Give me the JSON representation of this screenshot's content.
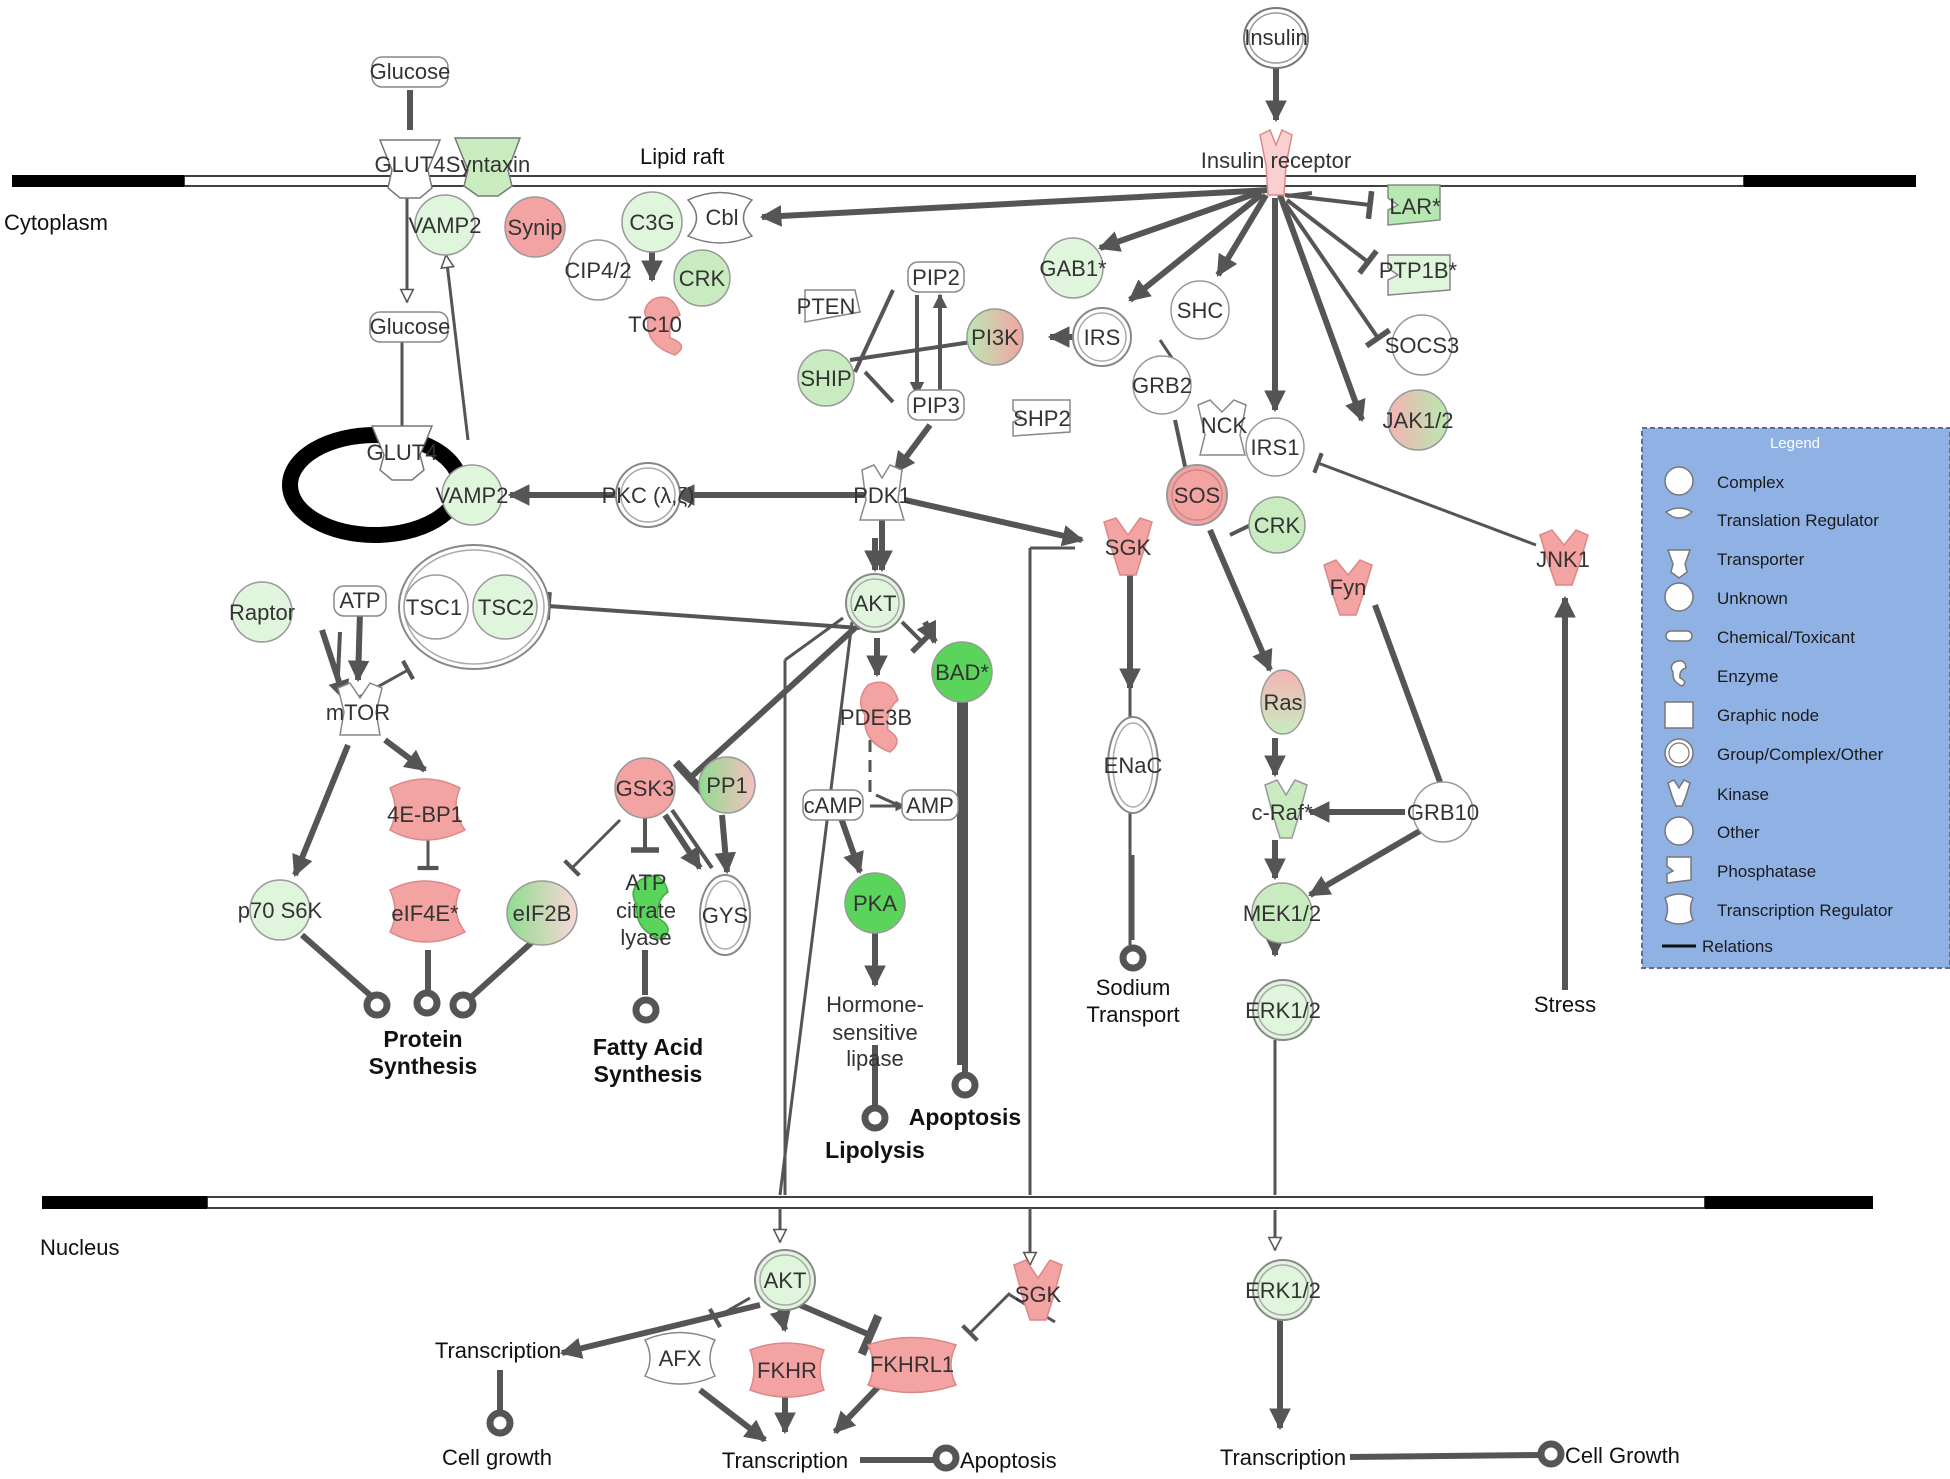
{
  "compartments": {
    "lipid_raft": "Lipid raft",
    "cytoplasm": "Cytoplasm",
    "nucleus": "Nucleus"
  },
  "nodes": {
    "insulin": "Insulin",
    "insulin_receptor": "Insulin receptor",
    "glucose_top": "Glucose",
    "glut4_top": "GLUT4",
    "syntaxin": "Syntaxin",
    "vamp2_top": "VAMP2",
    "synip": "Synip",
    "glucose_mid": "Glucose",
    "glut4_bottom": "GLUT4",
    "vamp2_bottom": "VAMP2",
    "c3g": "C3G",
    "cbl": "Cbl",
    "cip42": "CIP4/2",
    "crk_top": "CRK",
    "tc10": "TC10",
    "gab1": "GAB1*",
    "lar": "LAR*",
    "ptp1b": "PTP1B*",
    "socs3": "SOCS3",
    "jak12": "JAK1/2",
    "pip2": "PIP2",
    "pten": "PTEN",
    "pi3k": "PI3K",
    "irs": "IRS",
    "shc": "SHC",
    "ship": "SHIP",
    "pip3": "PIP3",
    "shp2": "SHP2",
    "grb2": "GRB2",
    "nck": "NCK",
    "irs1": "IRS1",
    "pkc": "PKC (λ,ζ)",
    "pdk1": "PDK1",
    "sos": "SOS",
    "crk_mid": "CRK",
    "sgk_cyto": "SGK",
    "jnk1": "JNK1",
    "fyn": "Fyn",
    "raptor": "Raptor",
    "atp_mtor": "ATP",
    "tsc1": "TSC1",
    "tsc2": "TSC2",
    "akt_cyto": "AKT",
    "bad": "BAD*",
    "mtor": "mTOR",
    "pde3b": "PDE3B",
    "gsk3": "GSK3",
    "pp1": "PP1",
    "ras": "Ras",
    "enac": "ENaC",
    "craf": "c-Raf*",
    "grb10": "GRB10",
    "bp1": "4E-BP1",
    "camp": "cAMP",
    "amp": "AMP",
    "p70s6k": "p70 S6K",
    "eif4e": "eIF4E*",
    "eif2b": "eIF2B",
    "atp_citrate_lyase": [
      "ATP",
      "citrate",
      "lyase"
    ],
    "gys": "GYS",
    "pka": "PKA",
    "mek12": "MEK1/2",
    "erk12_cyto": "ERK1/2",
    "hormone_sensitive_lipase": [
      "Hormone-",
      "sensitive",
      "lipase"
    ],
    "akt_nuc": "AKT",
    "sgk_nuc": "SGK",
    "erk12_nuc": "ERK1/2",
    "afx": "AFX",
    "fkhr": "FKHR",
    "fkhrl1": "FKHRL1"
  },
  "processes": {
    "protein_synthesis": [
      "Protein",
      "Synthesis"
    ],
    "fatty_acid_synthesis": [
      "Fatty Acid",
      "Synthesis"
    ],
    "lipolysis": "Lipolysis",
    "apoptosis_cyto": "Apoptosis",
    "sodium_transport": [
      "Sodium",
      "Transport"
    ],
    "stress": "Stress",
    "transcription_left": "Transcription",
    "cell_growth_left": "Cell growth",
    "transcription_center": "Transcription",
    "apoptosis_nuc": "Apoptosis",
    "transcription_right": "Transcription",
    "cell_growth_right": "Cell Growth"
  },
  "legend": {
    "title": "Legend",
    "items": [
      {
        "label": "Complex",
        "icon": "complex-icon"
      },
      {
        "label": "Translation Regulator",
        "icon": "translation-regulator-icon"
      },
      {
        "label": "Transporter",
        "icon": "transporter-icon"
      },
      {
        "label": "Unknown",
        "icon": "unknown-icon"
      },
      {
        "label": "Chemical/Toxicant",
        "icon": "chemical-icon"
      },
      {
        "label": "Enzyme",
        "icon": "enzyme-icon"
      },
      {
        "label": "Graphic node",
        "icon": "graphic-node-icon"
      },
      {
        "label": "Group/Complex/Other",
        "icon": "group-icon"
      },
      {
        "label": "Kinase",
        "icon": "kinase-icon"
      },
      {
        "label": "Other",
        "icon": "other-icon"
      },
      {
        "label": "Phosphatase",
        "icon": "phosphatase-icon"
      },
      {
        "label": "Transcription Regulator",
        "icon": "transcription-regulator-icon"
      },
      {
        "label": "Relations",
        "icon": "relations-icon"
      }
    ]
  },
  "colors": {
    "green_light": "#dff5dc",
    "green_mid": "#b8e8b2",
    "green_strong": "#5ad45a",
    "red_light": "#f9cfcf",
    "red_mid": "#f4a3a3",
    "neutral": "#ffffff",
    "edge": "#555555",
    "legend_bg": "#8fb1e4",
    "legend_border": "#5d6f8f"
  }
}
